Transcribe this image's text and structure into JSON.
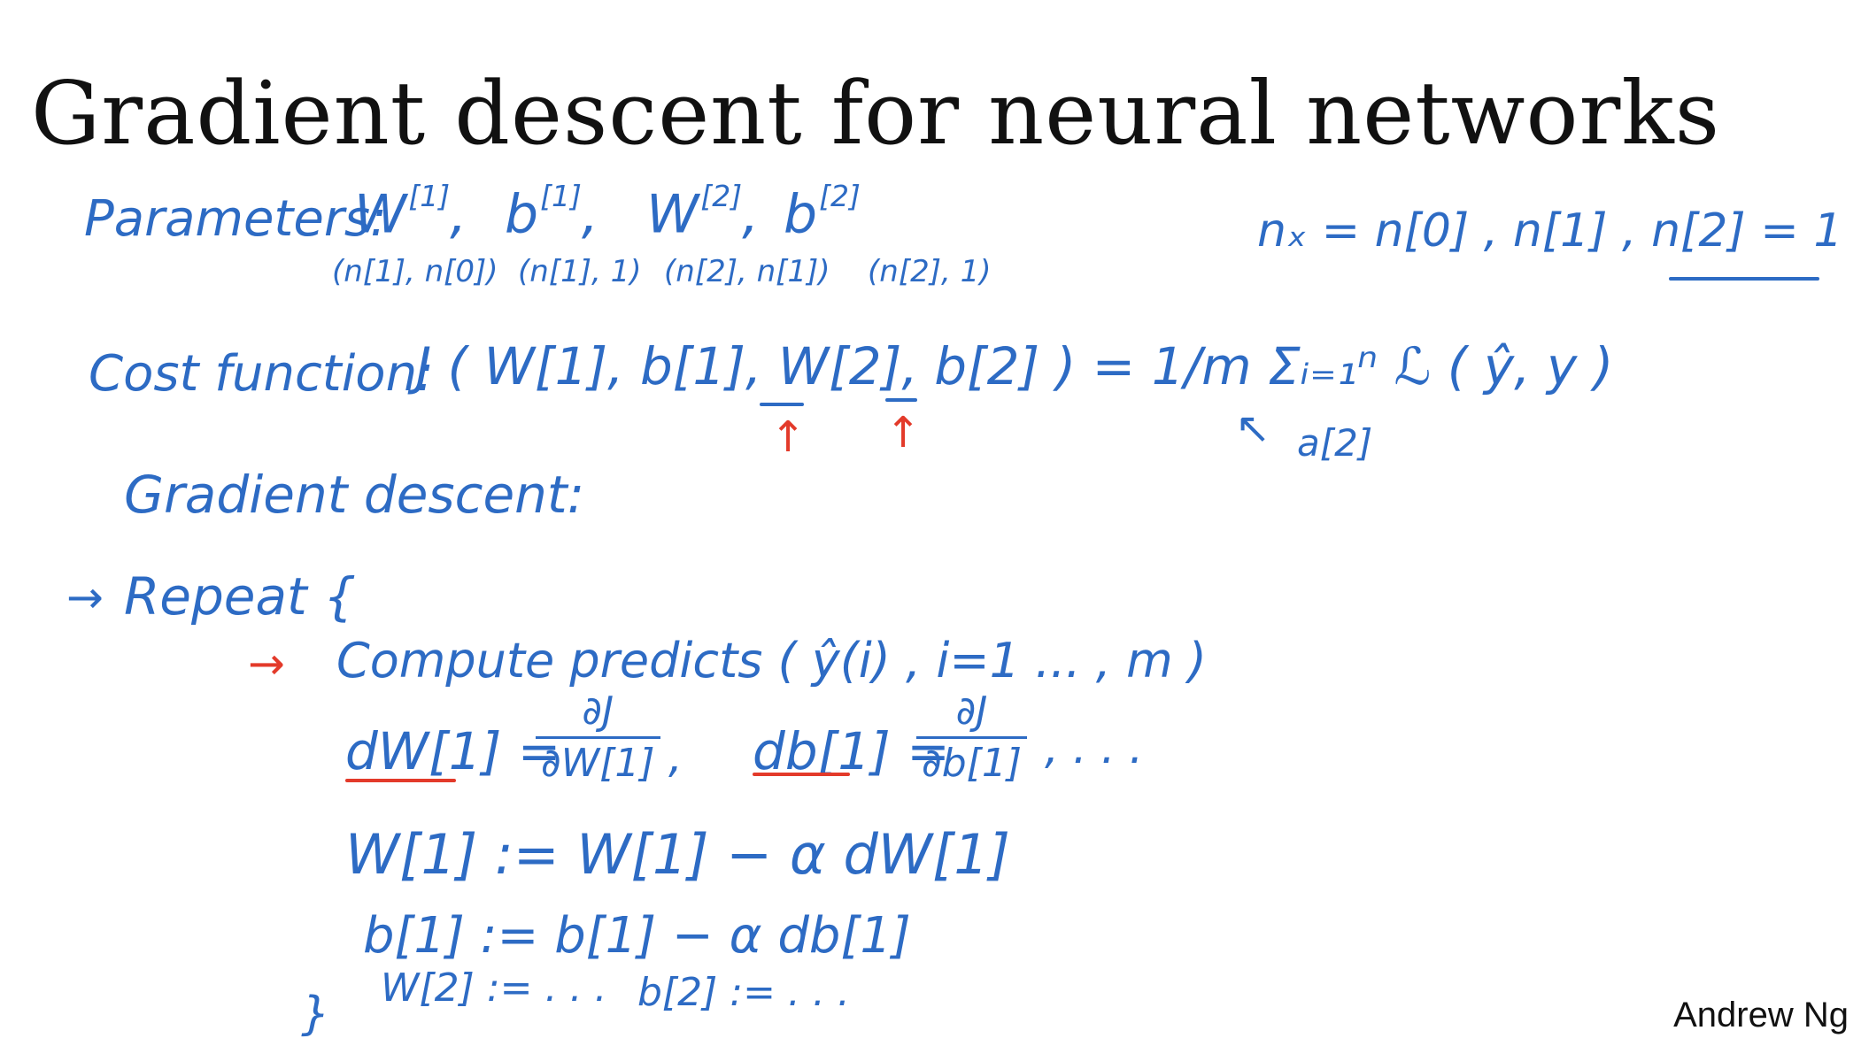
{
  "title": "Gradient descent for neural networks",
  "author": "Andrew Ng",
  "parameters": {
    "label": "Parameters:",
    "w1": "W",
    "w1_sup": "[1]",
    "b1": "b",
    "b1_sup": "[1]",
    "w2": "W",
    "w2_sup": "[2]",
    "b2": "b",
    "b2_sup": "[2]",
    "w1_dim": "(n[1], n[0])",
    "b1_dim": "(n[1], 1)",
    "w2_dim": "(n[2], n[1])",
    "b2_dim": "(n[2], 1)",
    "sizes": "nₓ = n[0] , n[1] , n[2] = 1"
  },
  "cost": {
    "label": "Cost function:",
    "expr": "J ( W[1], b[1], W[2], b[2] ) = 1/m Σᵢ₌₁ⁿ ℒ ( ŷ, y )",
    "note": "a[2]"
  },
  "gd": {
    "label": "Gradient descent:",
    "repeat": "Repeat  {",
    "compute": "Compute predicts ( ŷ(i) , i=1 ... , m )",
    "dw_lhs": "dW[1] =",
    "dw_num": "∂J",
    "dw_den": "∂W[1]",
    "db_lhs": "db[1] =",
    "db_num": "∂J",
    "db_den": "∂b[1]",
    "dots": ", . . .",
    "w_update": "W[1] := W[1] − α dW[1]",
    "b_update": "b[1] := b[1] − α db[1]",
    "w2_update": "W[2] := . . .",
    "b2_update": "b[2] := . . .",
    "close": "}"
  }
}
